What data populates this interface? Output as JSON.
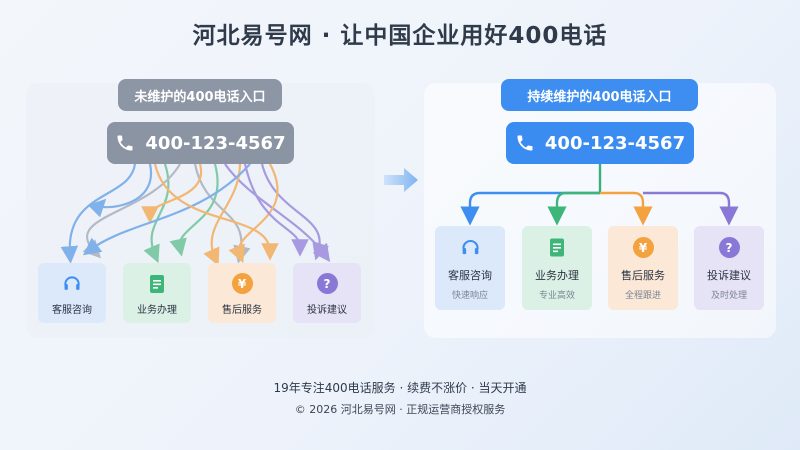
{
  "title": "河北易号网 · 让中国企业用好400电话",
  "left": {
    "label": "未维护的400电话入口",
    "phone": "400-123-4567",
    "cards": [
      {
        "label": "客服咨询",
        "icon": "headset-icon"
      },
      {
        "label": "业务办理",
        "icon": "document-icon"
      },
      {
        "label": "售后服务",
        "icon": "yen-icon"
      },
      {
        "label": "投诉建议",
        "icon": "question-icon"
      }
    ]
  },
  "right": {
    "label": "持续维护的400电话入口",
    "phone": "400-123-4567",
    "cards": [
      {
        "label": "客服咨询",
        "sub": "快速响应",
        "icon": "headset-icon"
      },
      {
        "label": "业务办理",
        "sub": "专业高效",
        "icon": "document-icon"
      },
      {
        "label": "售后服务",
        "sub": "全程跟进",
        "icon": "yen-icon"
      },
      {
        "label": "投诉建议",
        "sub": "及时处理",
        "icon": "question-icon"
      }
    ]
  },
  "colors": {
    "blue": "#3d8ef0",
    "green": "#3eb67a",
    "orange": "#f3a23f",
    "purple": "#8a78d6",
    "gray": "#8d96a4"
  },
  "footer": {
    "line1": "19年专注400电话服务 · 续费不涨价 · 当天开通",
    "line2": "© 2026 河北易号网 · 正规运营商授权服务"
  }
}
